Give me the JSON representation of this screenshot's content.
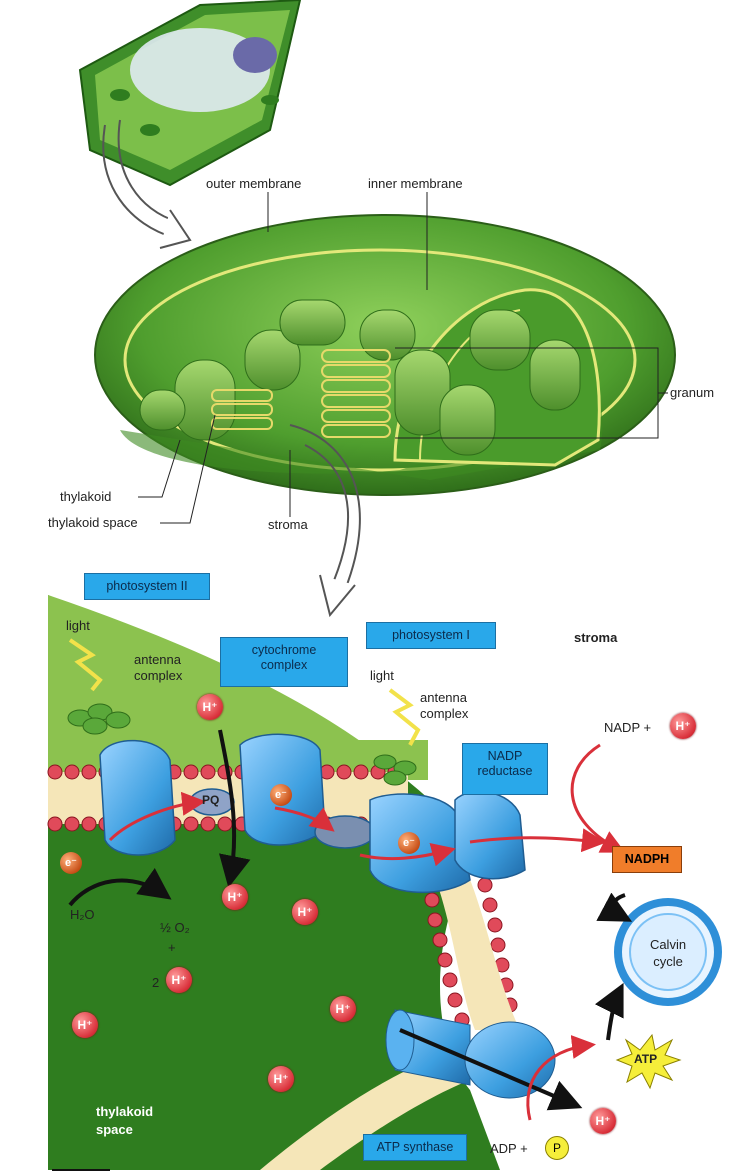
{
  "labels": {
    "outer_membrane": "outer membrane",
    "inner_membrane": "inner membrane",
    "granum": "granum",
    "thylakoid": "thylakoid",
    "thylakoid_space": "thylakoid space",
    "stroma": "stroma"
  },
  "lower": {
    "photosystem_ii": "photosystem II",
    "cytochrome_complex_1": "cytochrome",
    "cytochrome_complex_2": "complex",
    "photosystem_i": "photosystem I",
    "stroma": "stroma",
    "light_1": "light",
    "light_2": "light",
    "antenna_complex_1a": "antenna",
    "antenna_complex_1b": "complex",
    "antenna_complex_2a": "antenna",
    "antenna_complex_2b": "complex",
    "nadp_reductase_1": "NADP",
    "nadp_reductase_2": "reductase",
    "nadp_plus": "NADP +",
    "nadph": "NADPH",
    "calvin_1": "Calvin",
    "calvin_2": "cycle",
    "atp": "ATP",
    "adp_plus": "ADP +",
    "p": "P",
    "atp_synthase": "ATP synthase",
    "pq": "PQ",
    "h2o": "H₂O",
    "half_o2": "½ O₂",
    "plus": "+",
    "two": "2",
    "h_plus": "H⁺",
    "e_minus": "e⁻",
    "thylakoid_space_1": "thylakoid",
    "thylakoid_space_2": "space"
  },
  "colors": {
    "green_dark": "#2f7d1f",
    "green_light": "#8cc24f",
    "box_blue": "#29a8ea",
    "protein_blue": "#3d9fe0",
    "h_ion_red": "#d9303a",
    "nadph_orange": "#f07d2a",
    "atp_yellow": "#f5ee3a"
  }
}
